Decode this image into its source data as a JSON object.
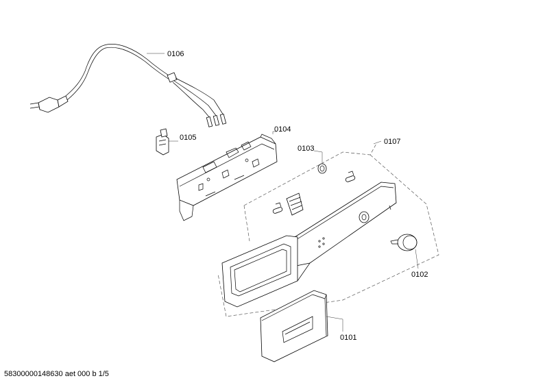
{
  "callouts": {
    "p0106": "0106",
    "p0105": "0105",
    "p0104": "0104",
    "p0103": "0103",
    "p0107": "0107",
    "p0102": "0102",
    "p0101": "0101"
  },
  "footer": {
    "doc_id": "58300000148630 aet 000 b 1/5"
  }
}
